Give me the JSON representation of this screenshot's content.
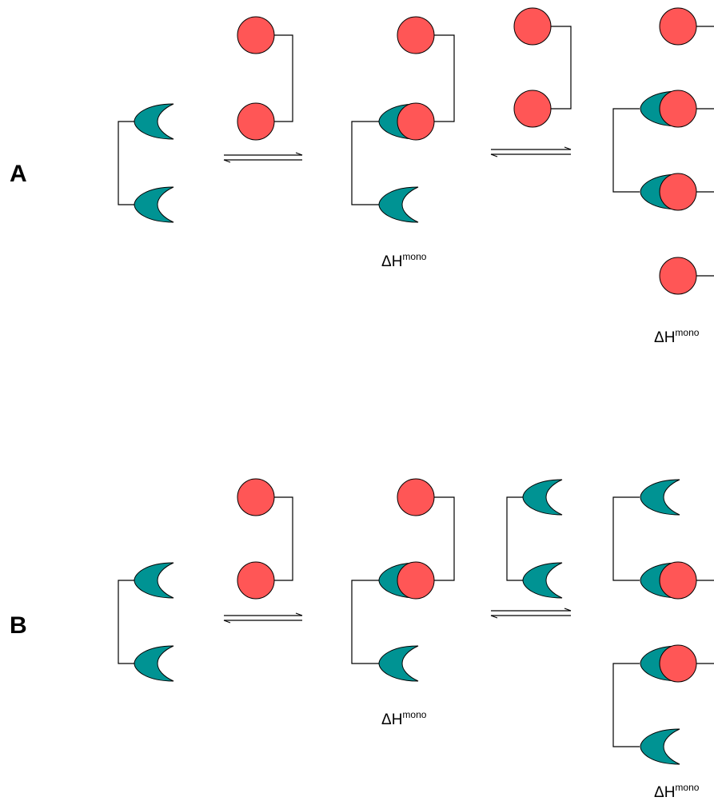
{
  "colors": {
    "ligand": "#ff5656",
    "receptor": "#009393",
    "line": "#000000",
    "background": "#ffffff"
  },
  "panels": [
    {
      "label": "A",
      "annotations": [
        {
          "main": "ΔH",
          "sup": "mono"
        },
        {
          "main": "ΔH",
          "sup": "mono"
        }
      ]
    },
    {
      "label": "B",
      "annotations": [
        {
          "main": "ΔH",
          "sup": "mono"
        },
        {
          "main": "ΔH",
          "sup": "mono"
        }
      ]
    }
  ]
}
